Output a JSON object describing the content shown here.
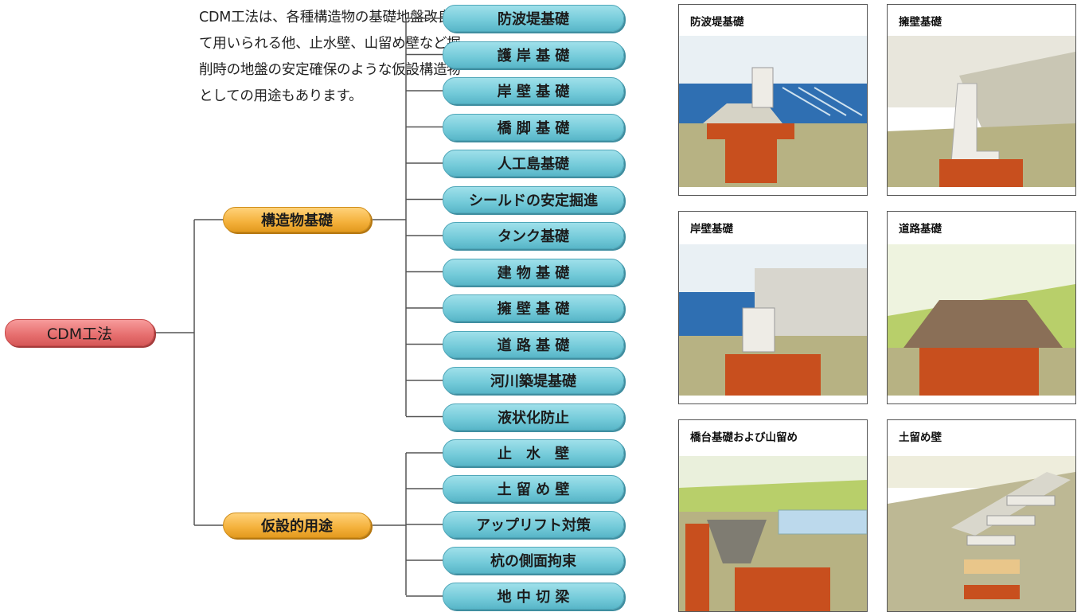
{
  "intro_lines": [
    "CDM工法は、各種構造物の基礎地盤改良と",
    "て用いられる他、止水壁、山留め壁など掘",
    "削時の地盤の安定確保のような仮設構造物",
    "としての用途もあります。"
  ],
  "root": "CDM工法",
  "branches": [
    {
      "label": "構造物基礎",
      "items": [
        "防波堤基礎",
        "護 岸 基 礎",
        "岸 壁 基 礎",
        "橋 脚 基 礎",
        "人工島基礎",
        "シールドの安定掘進",
        "タンク基礎",
        "建 物 基 礎",
        "擁 壁 基 礎",
        "道 路 基 礎",
        "河川築堤基礎",
        "液状化防止"
      ]
    },
    {
      "label": "仮設的用途",
      "items": [
        "止　水　壁",
        "土 留 め 壁",
        "アップリフト対策",
        "杭の側面拘束",
        "地 中 切 梁"
      ]
    }
  ],
  "illustrations": [
    {
      "title": "防波堤基礎"
    },
    {
      "title": "擁壁基礎"
    },
    {
      "title": "岸壁基礎"
    },
    {
      "title": "道路基礎"
    },
    {
      "title": "橋台基礎および山留め"
    },
    {
      "title": "土留め壁"
    }
  ],
  "colors": {
    "root": "#e66e6e",
    "branch": "#f4b13b",
    "leaf": "#73cad9",
    "improved_soil": "#c84f1e",
    "ground": "#b9b48a",
    "water": "#3a86c8"
  }
}
